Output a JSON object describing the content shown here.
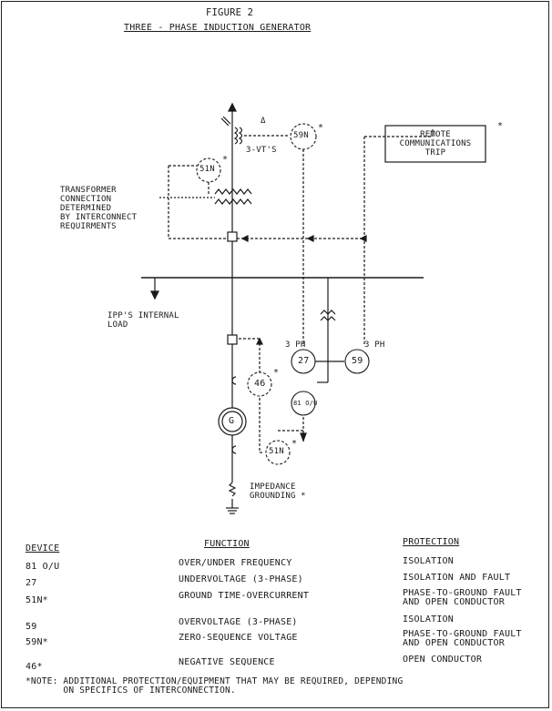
{
  "header": {
    "figure": "FIGURE 2",
    "title": "THREE - PHASE INDUCTION GENERATOR"
  },
  "labels": {
    "vt": "3-VT'S",
    "remote": "REMOTE\nCOMMUNICATIONS\nTRIP",
    "transformer_note": "TRANSFORMER\nCONNECTION\nDETERMINED\nBY INTERCONNECT\nREQUIRMENTS",
    "ipp_load": "IPP'S INTERNAL\nLOAD",
    "three_ph_a": "3 PH",
    "three_ph_b": "3 PH",
    "impedance": "IMPEDANCE\nGROUNDING *",
    "star": "*",
    "delta": "Δ"
  },
  "relays": {
    "r59n": "59N",
    "r51n_top": "51N",
    "r27": "27",
    "r59": "59",
    "r46": "46",
    "r81": "81 O/U",
    "r51n_bot": "51N",
    "gen": "G"
  },
  "table": {
    "headers": {
      "device": "DEVICE",
      "function": "FUNCTION",
      "protection": "PROTECTION"
    },
    "rows": [
      {
        "device": "81 O/U",
        "function": "OVER/UNDER FREQUENCY",
        "protection": "ISOLATION"
      },
      {
        "device": "27",
        "function": "UNDERVOLTAGE (3-PHASE)",
        "protection": "ISOLATION AND FAULT"
      },
      {
        "device": "51N*",
        "function": "GROUND TIME-OVERCURRENT",
        "protection": "PHASE-TO-GROUND FAULT\nAND OPEN CONDUCTOR"
      },
      {
        "device": "59",
        "function": "OVERVOLTAGE (3-PHASE)",
        "protection": "ISOLATION"
      },
      {
        "device": "59N*",
        "function": "ZERO-SEQUENCE VOLTAGE",
        "protection": "PHASE-TO-GROUND FAULT\nAND OPEN CONDUCTOR"
      },
      {
        "device": "46*",
        "function": "NEGATIVE SEQUENCE",
        "protection": "OPEN CONDUCTOR"
      }
    ]
  },
  "note": "*NOTE: ADDITIONAL PROTECTION/EQUIPMENT THAT MAY BE REQUIRED, DEPENDING\n       ON SPECIFICS OF INTERCONNECTION."
}
